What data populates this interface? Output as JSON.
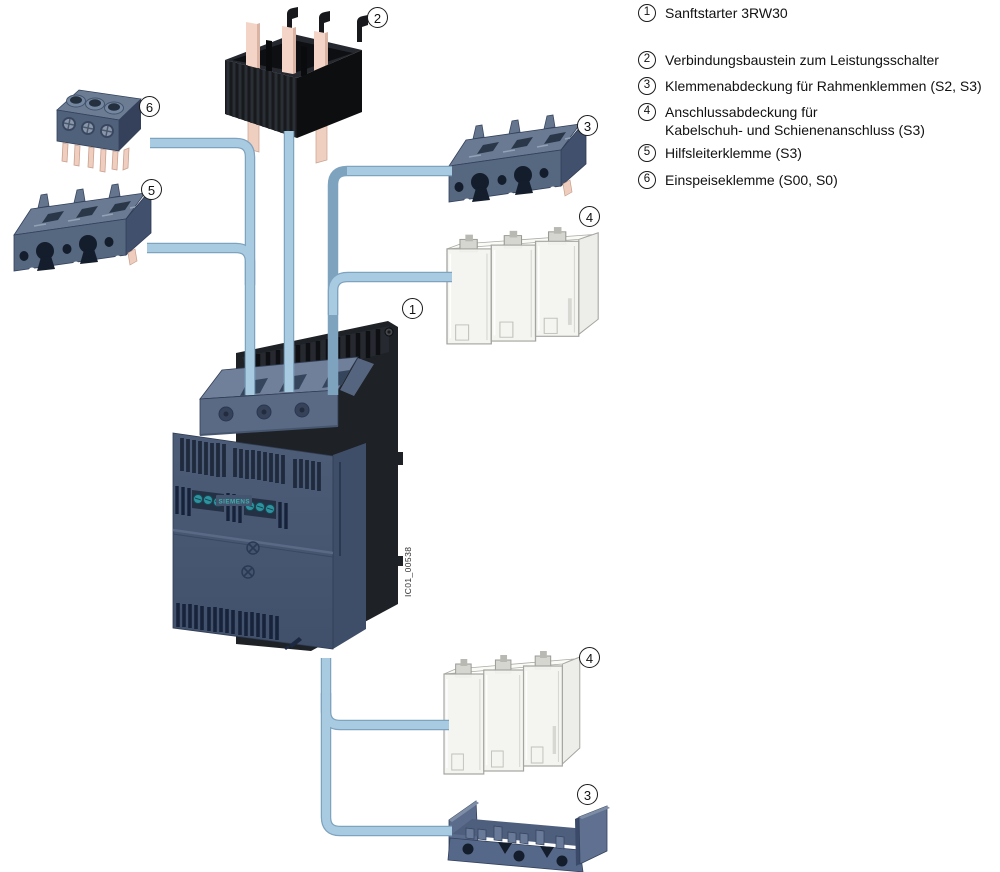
{
  "figure": {
    "brand_label": "SIEMENS",
    "figure_id": "IC01_00538"
  },
  "legend": {
    "items": [
      {
        "num": "1",
        "label": "Sanftstarter 3RW30"
      },
      {
        "num": "2",
        "label": "Verbindungsbaustein zum Leistungsschalter"
      },
      {
        "num": "3",
        "label": "Klemmenabdeckung für Rahmenklemmen (S2, S3)"
      },
      {
        "num": "4",
        "label": "Anschlussabdeckung für\nKabelschuh- und Schienenanschluss (S3)"
      },
      {
        "num": "5",
        "label": "Hilfsleiterklemme (S3)"
      },
      {
        "num": "6",
        "label": "Einspeiseklemme (S00, S0)"
      }
    ]
  },
  "callouts": {
    "c1": "1",
    "c2": "2",
    "c3_top": "3",
    "c4_top": "4",
    "c5": "5",
    "c6": "6",
    "c4_bottom": "4",
    "c3_bottom": "3"
  },
  "colors": {
    "cable": "#A9CBE1",
    "cable_edge": "#7EA3BF",
    "part_blue": "#5A6A84",
    "part_blue_dark": "#3E4D68",
    "black_part": "#1E2125",
    "pin_copper": "#F0CEBF",
    "brand_teal": "#3CAFAD",
    "clear_part": "#F3F3F0"
  }
}
